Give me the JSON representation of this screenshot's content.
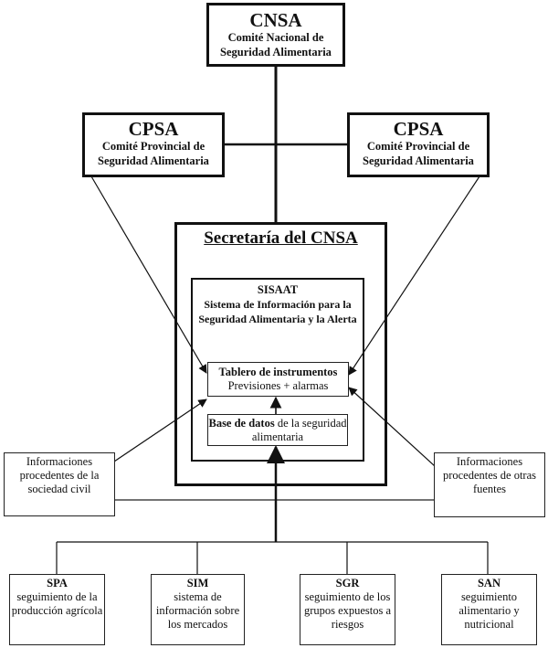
{
  "diagram": {
    "cnsa": {
      "acronym": "CNSA",
      "line1": "Comité Nacional de",
      "line2": "Seguridad Alimentaria"
    },
    "cpsa_left": {
      "acronym": "CPSA",
      "line1": "Comité Provincial de",
      "line2": "Seguridad Alimentaria"
    },
    "cpsa_right": {
      "acronym": "CPSA",
      "line1": "Comité Provincial de",
      "line2": "Seguridad Alimentaria"
    },
    "secretaria": {
      "title": "Secretaría del CNSA"
    },
    "sisaat": {
      "acronym": "SISAAT",
      "line1": "Sistema de Información para la",
      "line2": "Seguridad Alimentaria y la Alerta"
    },
    "tablero": {
      "title": "Tablero de instrumentos",
      "subtitle": "Previsiones + alarmas"
    },
    "base_datos": {
      "bold_part": "Base de datos",
      "rest_line1": " de la seguridad",
      "line2": "alimentaria"
    },
    "info_civil": {
      "line1": "Informaciones",
      "line2": "procedentes de la",
      "line3": "sociedad civil"
    },
    "info_otras": {
      "line1": "Informaciones",
      "line2": "procedentes de otras",
      "line3": "fuentes"
    },
    "bottom_boxes": [
      {
        "acronym": "SPA",
        "lines": [
          "seguimiento de la",
          "producción agrícola"
        ]
      },
      {
        "acronym": "SIM",
        "lines": [
          "sistema de",
          "información sobre",
          "los mercados"
        ]
      },
      {
        "acronym": "SGR",
        "lines": [
          "seguimiento de los",
          "grupos expuestos a",
          "riesgos"
        ]
      },
      {
        "acronym": "SAN",
        "lines": [
          "seguimiento",
          "alimentario y",
          "nutricional"
        ]
      }
    ]
  }
}
